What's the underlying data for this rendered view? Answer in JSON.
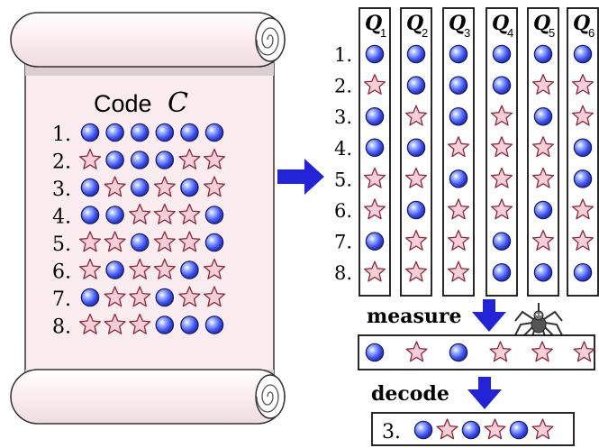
{
  "code_title": "Code",
  "code_symbol": "C",
  "code_rows": [
    {
      "label": "1.",
      "bits": [
        0,
        0,
        0,
        0,
        0,
        0
      ]
    },
    {
      "label": "2.",
      "bits": [
        1,
        0,
        0,
        0,
        1,
        1
      ]
    },
    {
      "label": "3.",
      "bits": [
        0,
        1,
        0,
        1,
        0,
        1
      ]
    },
    {
      "label": "4.",
      "bits": [
        0,
        0,
        1,
        1,
        1,
        0
      ]
    },
    {
      "label": "5.",
      "bits": [
        1,
        1,
        0,
        1,
        1,
        0
      ]
    },
    {
      "label": "6.",
      "bits": [
        1,
        0,
        1,
        1,
        0,
        1
      ]
    },
    {
      "label": "7.",
      "bits": [
        0,
        1,
        1,
        0,
        1,
        1
      ]
    },
    {
      "label": "8.",
      "bits": [
        1,
        1,
        1,
        0,
        0,
        0
      ]
    }
  ],
  "qubits": [
    {
      "letter": "Q",
      "sub": "1"
    },
    {
      "letter": "Q",
      "sub": "2"
    },
    {
      "letter": "Q",
      "sub": "3"
    },
    {
      "letter": "Q",
      "sub": "4"
    },
    {
      "letter": "Q",
      "sub": "5"
    },
    {
      "letter": "Q",
      "sub": "6"
    }
  ],
  "measure_label": "measure",
  "measured_bits": [
    0,
    1,
    0,
    1,
    1,
    1
  ],
  "decode_label": "decode",
  "decoded": {
    "label": "3.",
    "bits": [
      0,
      1,
      0,
      1,
      0,
      1
    ]
  },
  "colors": {
    "circle": "#3a4ff0",
    "star_fill": "#f6cfd8",
    "star_stroke": "#8a2a3a",
    "arrow": "#2323d8",
    "scroll": "#fbecef"
  }
}
